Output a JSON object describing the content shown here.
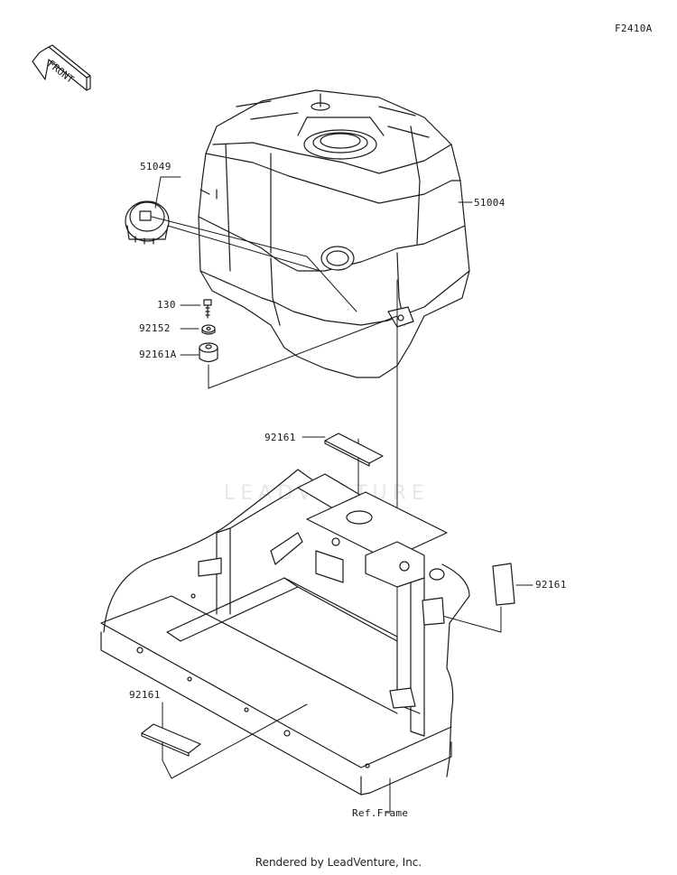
{
  "diagram_code": "F2410A",
  "front_label": "FRONT",
  "watermark": "LEADVENTURE",
  "parts": {
    "p51049": "51049",
    "p51004": "51004",
    "p130": "130",
    "p92152": "92152",
    "p92161A": "92161A",
    "p92161_top": "92161",
    "p92161_right": "92161",
    "p92161_bottom": "92161",
    "ref_frame": "Ref.Frame"
  },
  "footer": "Rendered by LeadVenture, Inc."
}
